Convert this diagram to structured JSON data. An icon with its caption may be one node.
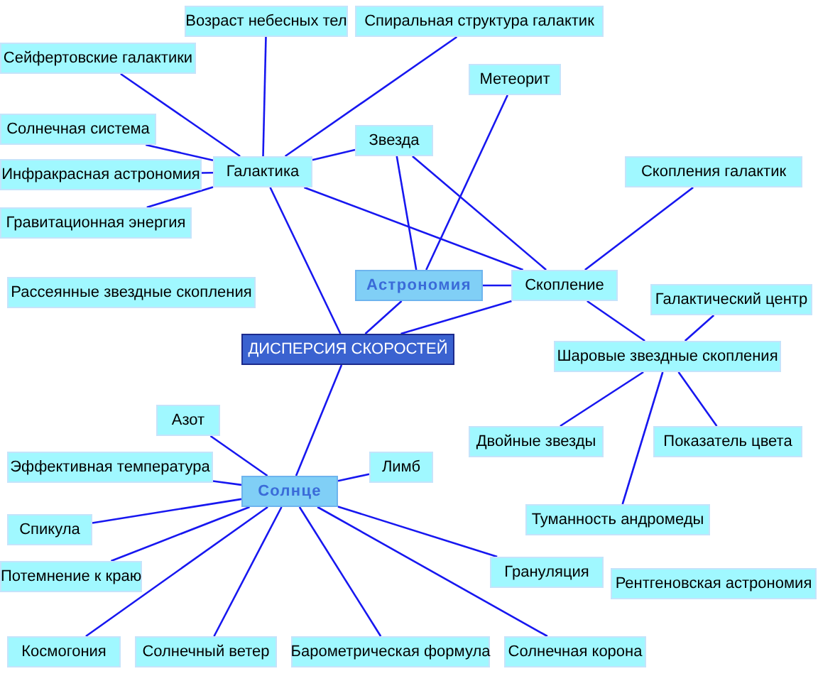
{
  "diagram": {
    "nodes": [
      {
        "text": [
          "Возраст небесных тел"
        ]
      },
      {
        "text": [
          "Спиральная структура галактик"
        ]
      },
      {
        "text": [
          "Сейфертовские галактики"
        ]
      },
      {
        "text": [
          "Метеорит"
        ]
      },
      {
        "text": [
          "Солнечная система"
        ]
      },
      {
        "text": [
          "Звезда"
        ]
      },
      {
        "text": [
          "Инфракрасная астрономия"
        ]
      },
      {
        "text": [
          "Скопления галактик"
        ]
      },
      {
        "text": [
          "Галактика"
        ]
      },
      {
        "text": [
          "Астрономия"
        ]
      },
      {
        "text": [
          "Гравитационная энергия"
        ]
      },
      {
        "text": [
          "Скопление"
        ]
      },
      {
        "text": [
          "Показатель цвета"
        ]
      },
      {
        "text": [
          "Рассеянные звездные скопления"
        ]
      },
      {
        "text": [
          "Галактический центр"
        ]
      },
      {
        "text": [
          "ДИСПЕРСИЯ СКОРОСТЕЙ"
        ]
      },
      {
        "text": [
          "Шаровые звездные скопления"
        ]
      },
      {
        "text": [
          "Рентгеновская астрономия"
        ]
      },
      {
        "text": [
          "Азот"
        ]
      },
      {
        "text": [
          "Туманность андромеды"
        ]
      },
      {
        "text": [
          "Эффективная температура"
        ]
      },
      {
        "text": [
          "Двойные звезды"
        ]
      },
      {
        "text": [
          "Солнце"
        ]
      },
      {
        "text": [
          "Спикула"
        ]
      },
      {
        "text": [
          "Лимб"
        ]
      },
      {
        "text": [
          "Потемнение к краю"
        ]
      },
      {
        "text": [
          "Грануляция"
        ]
      },
      {
        "text": [
          "Космогония"
        ]
      },
      {
        "text": [
          "Барометрическая формула"
        ]
      },
      {
        "text": [
          "Солнечный ветер"
        ]
      },
      {
        "text": [
          "Солнечная корона"
        ]
      }
    ],
    "edges": [
      {
        "from": 8,
        "to": 0,
        "arrow": "none"
      },
      {
        "from": 8,
        "to": 1,
        "arrow": "none"
      },
      {
        "from": 8,
        "to": 2,
        "arrow": "none"
      },
      {
        "from": 8,
        "to": 4,
        "arrow": "none"
      },
      {
        "from": 8,
        "to": 6,
        "arrow": "none"
      },
      {
        "from": 8,
        "to": 10,
        "arrow": "none"
      },
      {
        "from": 8,
        "to": 5,
        "arrow": "none"
      },
      {
        "from": 8,
        "to": 11,
        "arrow": "none"
      },
      {
        "from": 8,
        "to": 15,
        "arrow": "none"
      },
      {
        "from": 5,
        "to": 9,
        "arrow": "none"
      },
      {
        "from": 5,
        "to": 11,
        "arrow": "none"
      },
      {
        "from": 3,
        "to": 9,
        "arrow": "none"
      },
      {
        "from": 9,
        "to": 11,
        "arrow": "none"
      },
      {
        "from": 9,
        "to": 15,
        "arrow": "none"
      },
      {
        "from": 7,
        "to": 11,
        "arrow": "none"
      },
      {
        "from": 11,
        "to": 15,
        "arrow": "none"
      },
      {
        "from": 11,
        "to": 16,
        "arrow": "none"
      },
      {
        "from": 16,
        "to": 12,
        "arrow": "none"
      },
      {
        "from": 16,
        "to": 14,
        "arrow": "none"
      },
      {
        "from": 16,
        "to": 19,
        "arrow": "none"
      },
      {
        "from": 16,
        "to": 21,
        "arrow": "none"
      },
      {
        "from": 22,
        "to": 15,
        "arrow": "none"
      },
      {
        "from": 22,
        "to": 18,
        "arrow": "none"
      },
      {
        "from": 22,
        "to": 20,
        "arrow": "none"
      },
      {
        "from": 22,
        "to": 23,
        "arrow": "none"
      },
      {
        "from": 22,
        "to": 25,
        "arrow": "none"
      },
      {
        "from": 22,
        "to": 27,
        "arrow": "none"
      },
      {
        "from": 22,
        "to": 29,
        "arrow": "none"
      },
      {
        "from": 22,
        "to": 28,
        "arrow": "none"
      },
      {
        "from": 22,
        "to": 30,
        "arrow": "none"
      },
      {
        "from": 22,
        "to": 26,
        "arrow": "none"
      },
      {
        "from": 22,
        "to": 24,
        "arrow": "none"
      }
    ]
  }
}
